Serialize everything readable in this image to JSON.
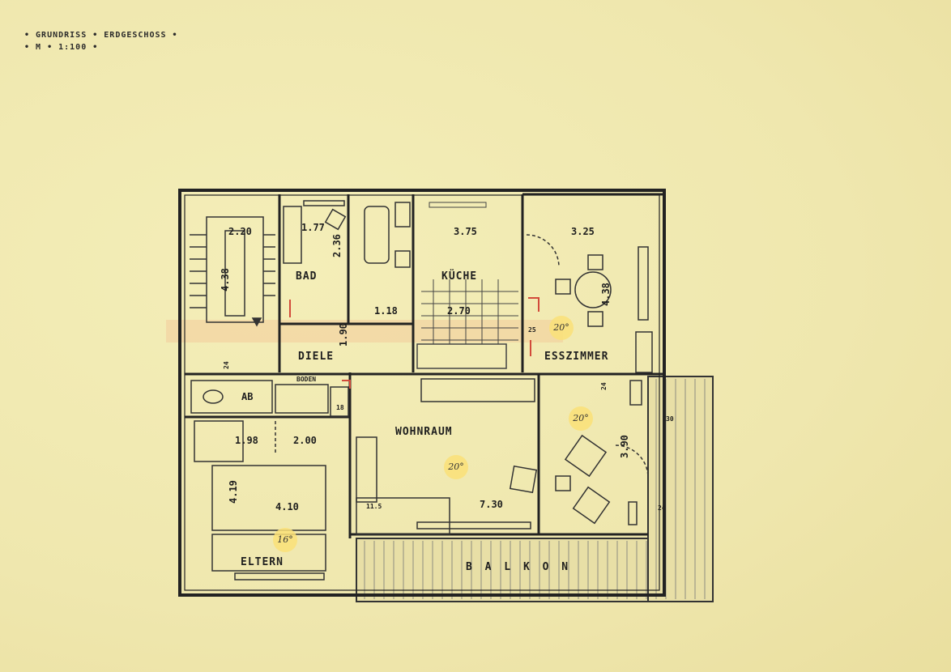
{
  "header": {
    "title": "• GRUNDRISS • ERDGESCHOSS •",
    "scale": "• M • 1:100 •"
  },
  "rooms": {
    "bad": "BAD",
    "kueche": "KÜCHE",
    "diele": "DIELE",
    "esszimmer": "ESSZIMMER",
    "wohnraum": "WOHNRAUM",
    "eltern": "ELTERN",
    "balkon": "B A L K O N",
    "wc": "AB",
    "boden": "BODEN"
  },
  "dimensions": {
    "stair_width": "2.20",
    "stair_length": "4.38",
    "bad_width": "1.77",
    "bad_depth": "2.36",
    "kueche_width": "3.75",
    "kueche_depth": "2.70",
    "ess_width": "3.25",
    "ess_depth": "4.38",
    "diele_depth": "1.90",
    "flur_width": "1.18",
    "eltern_width_1": "1.98",
    "eltern_width_2": "2.00",
    "eltern_depth": "4.19",
    "eltern_width": "4.10",
    "wohn_width": "7.30",
    "wohn_depth": "3.90",
    "wall_115": "11.5",
    "wall_24": "24",
    "wall_30": "30",
    "wall_25": "25",
    "wall_18": "18"
  },
  "temperatures": {
    "ess": "20°",
    "wohn": "20°",
    "ess2": "20°",
    "eltern": "16°"
  },
  "colors": {
    "paper": "#f2ebb5",
    "ink": "#222222",
    "highlight": "#f6d775",
    "red_mark": "#d24a3a"
  }
}
